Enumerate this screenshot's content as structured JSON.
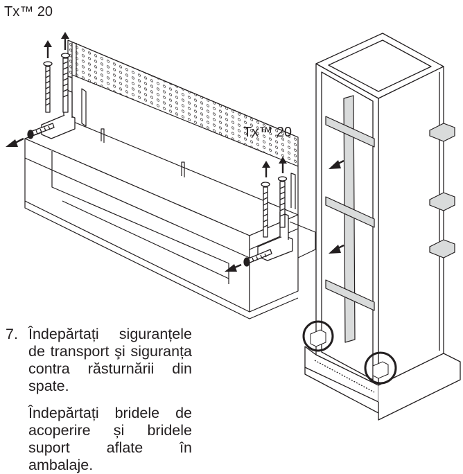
{
  "labels": {
    "torx_top": "Tx™ 20",
    "torx_middle": "Tx™ 20"
  },
  "instruction": {
    "number": "7.",
    "paragraph1": "Îndepărtați siguranțele de transport şi siguranța contra răsturnării din spate.",
    "paragraph2": "Îndepărtați bridele de acoperire și bridele suport aflate în ambalaje."
  },
  "colors": {
    "line": "#231f20",
    "panel_fill": "#ffffff",
    "strap_fill": "#d9dbdb"
  },
  "icons": [
    "arrow-up-icon",
    "arrow-left-icon",
    "screw-icon",
    "bracket-icon",
    "circle-highlight-icon"
  ]
}
